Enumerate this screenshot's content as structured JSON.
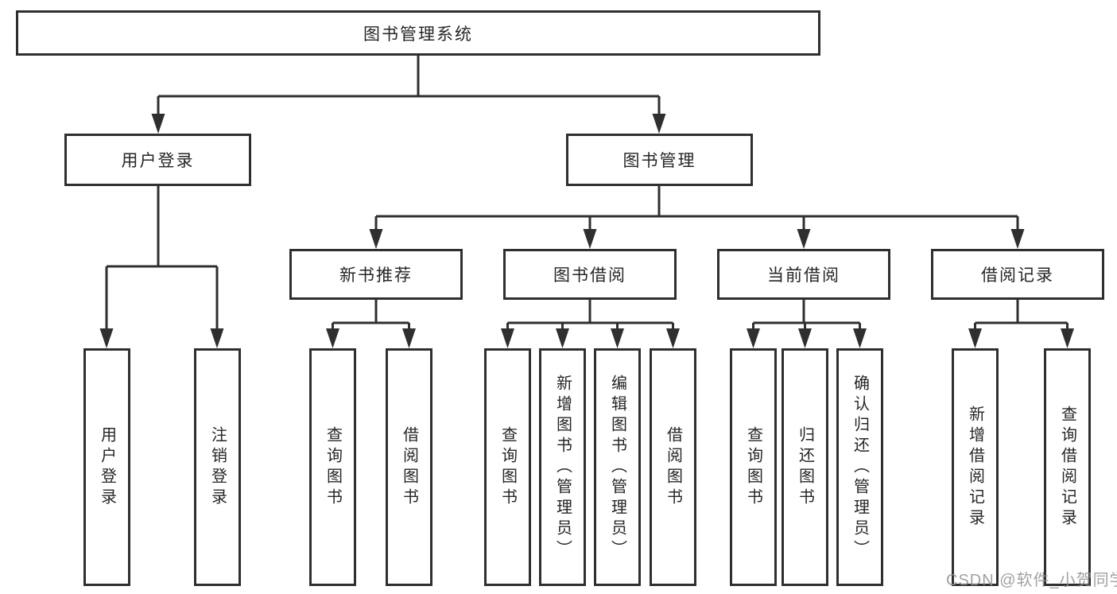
{
  "colors": {
    "line": "#2f2f2f",
    "box_background": "#ffffff",
    "text": "#262626",
    "watermark": "#9b9b9b"
  },
  "watermark": "CSDN @软件_小贺同学",
  "diagram": {
    "tree": {
      "label": "图书管理系统",
      "children": [
        {
          "label": "用户登录",
          "children": [
            {
              "label": "用户登录"
            },
            {
              "label": "注销登录"
            }
          ]
        },
        {
          "label": "图书管理",
          "children": [
            {
              "label": "新书推荐",
              "children": [
                {
                  "label": "查询图书"
                },
                {
                  "label": "借阅图书"
                }
              ]
            },
            {
              "label": "图书借阅",
              "children": [
                {
                  "label": "查询图书"
                },
                {
                  "label": "新增图书（管理员）"
                },
                {
                  "label": "编辑图书（管理员）"
                },
                {
                  "label": "借阅图书"
                }
              ]
            },
            {
              "label": "当前借阅",
              "children": [
                {
                  "label": "查询图书"
                },
                {
                  "label": "归还图书"
                },
                {
                  "label": "确认归还（管理员）"
                }
              ]
            },
            {
              "label": "借阅记录",
              "children": [
                {
                  "label": "新增借阅记录"
                },
                {
                  "label": "查询借阅记录"
                }
              ]
            }
          ]
        }
      ]
    }
  }
}
